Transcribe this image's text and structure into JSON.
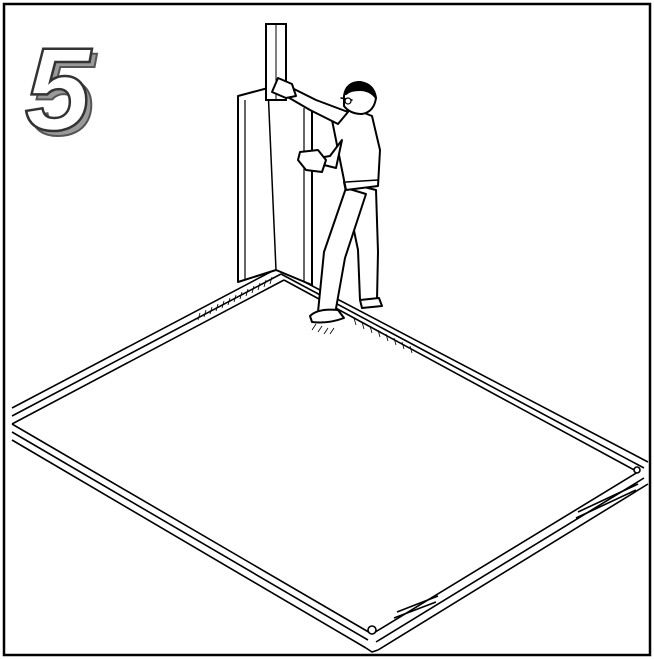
{
  "step": {
    "number": "5"
  },
  "colors": {
    "ink": "#000000",
    "paper": "#ffffff",
    "numeral_shadow": "#9a9a9a",
    "numeral_outline": "#555555"
  },
  "illustration": {
    "subject": "person-installing-wall-panel-at-corner-of-floor-frame",
    "icons": [
      "worker-figure",
      "wall-panel",
      "vertical-post",
      "floor-frame",
      "bracket"
    ]
  }
}
